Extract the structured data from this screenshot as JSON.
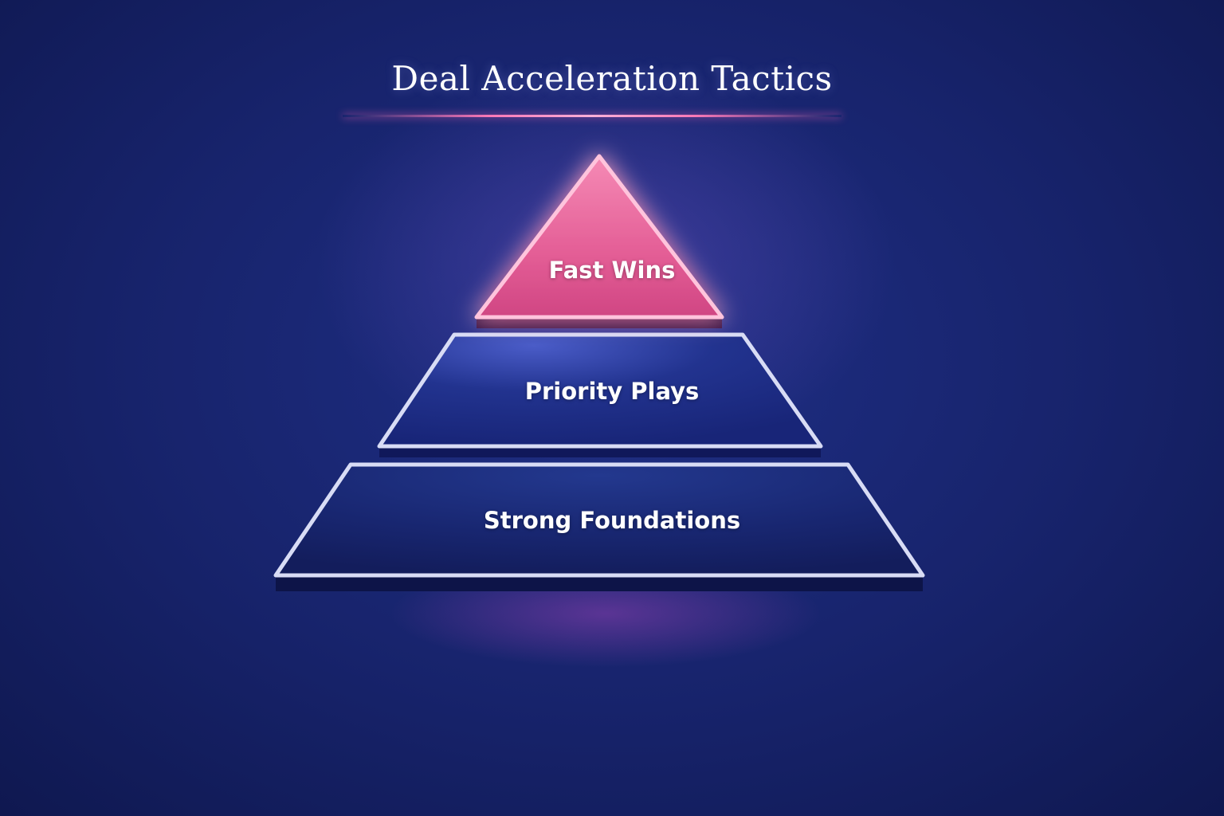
{
  "title": "Deal Acceleration Tactics",
  "pyramid": {
    "tiers": [
      {
        "level": "top",
        "shape": "triangle",
        "label": "Fast Wins",
        "color": "#e0578f"
      },
      {
        "level": "middle",
        "shape": "trapezoid",
        "label": "Priority Plays",
        "color": "#1e2d8a"
      },
      {
        "level": "bottom",
        "shape": "trapezoid",
        "label": "Strong Foundations",
        "color": "#17246e"
      }
    ]
  },
  "colors": {
    "background": "#17236b",
    "accent_pink": "#ff7ab8",
    "tier_border": "#d8dcf5"
  }
}
